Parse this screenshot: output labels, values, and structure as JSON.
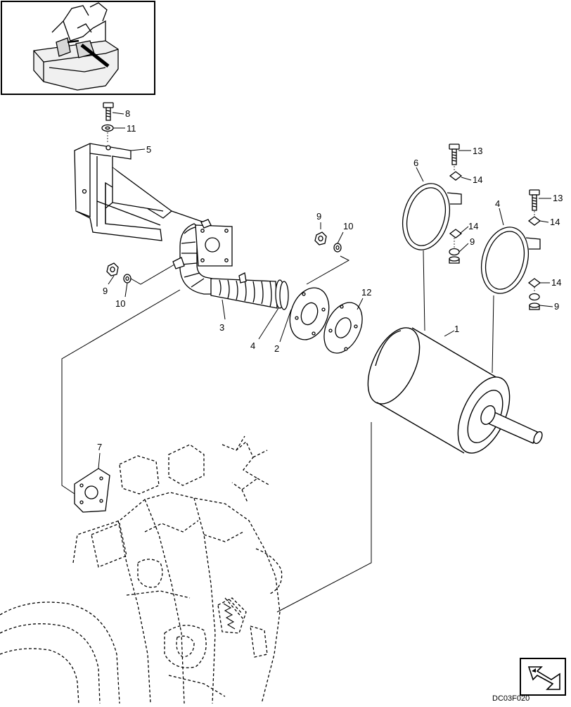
{
  "figure": {
    "code": "DC03F020",
    "nav_icon": "page-turn-arrow-icon",
    "inset_icon": "machine-location-inset-icon"
  },
  "callouts": {
    "c1": "1",
    "c2": "2",
    "c3": "3",
    "c4a": "4",
    "c4b": "4",
    "c5": "5",
    "c6": "6",
    "c7": "7",
    "c8": "8",
    "c9a": "9",
    "c9b": "9",
    "c9c": "9",
    "c9d": "9",
    "c10a": "10",
    "c10b": "10",
    "c11": "11",
    "c12": "12",
    "c13a": "13",
    "c13b": "13",
    "c14a": "14",
    "c14b": "14",
    "c14c": "14",
    "c14d": "14"
  }
}
